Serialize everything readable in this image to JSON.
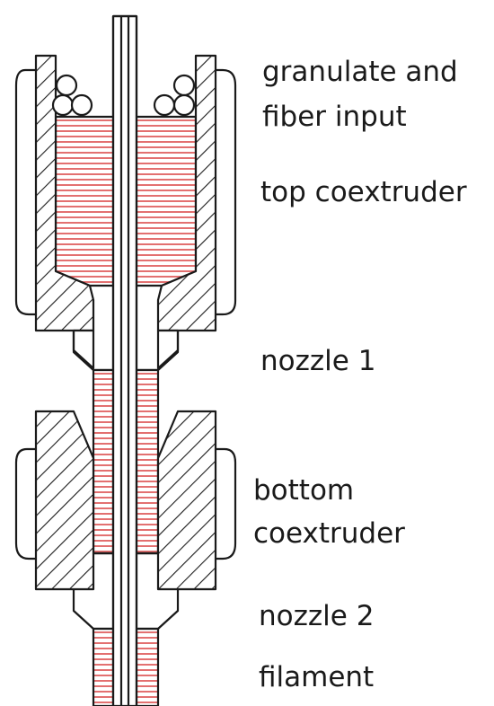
{
  "labels": {
    "input_line1": "granulate and",
    "input_line2": "fiber input",
    "top_coextruder": "top coextruder",
    "nozzle1": "nozzle 1",
    "bottom_line1": "bottom",
    "bottom_line2": "coextruder",
    "nozzle2": "nozzle 2",
    "filament": "filament"
  },
  "colors": {
    "melt": "#e06060",
    "outline": "#1a1a1a",
    "background": "#ffffff"
  }
}
